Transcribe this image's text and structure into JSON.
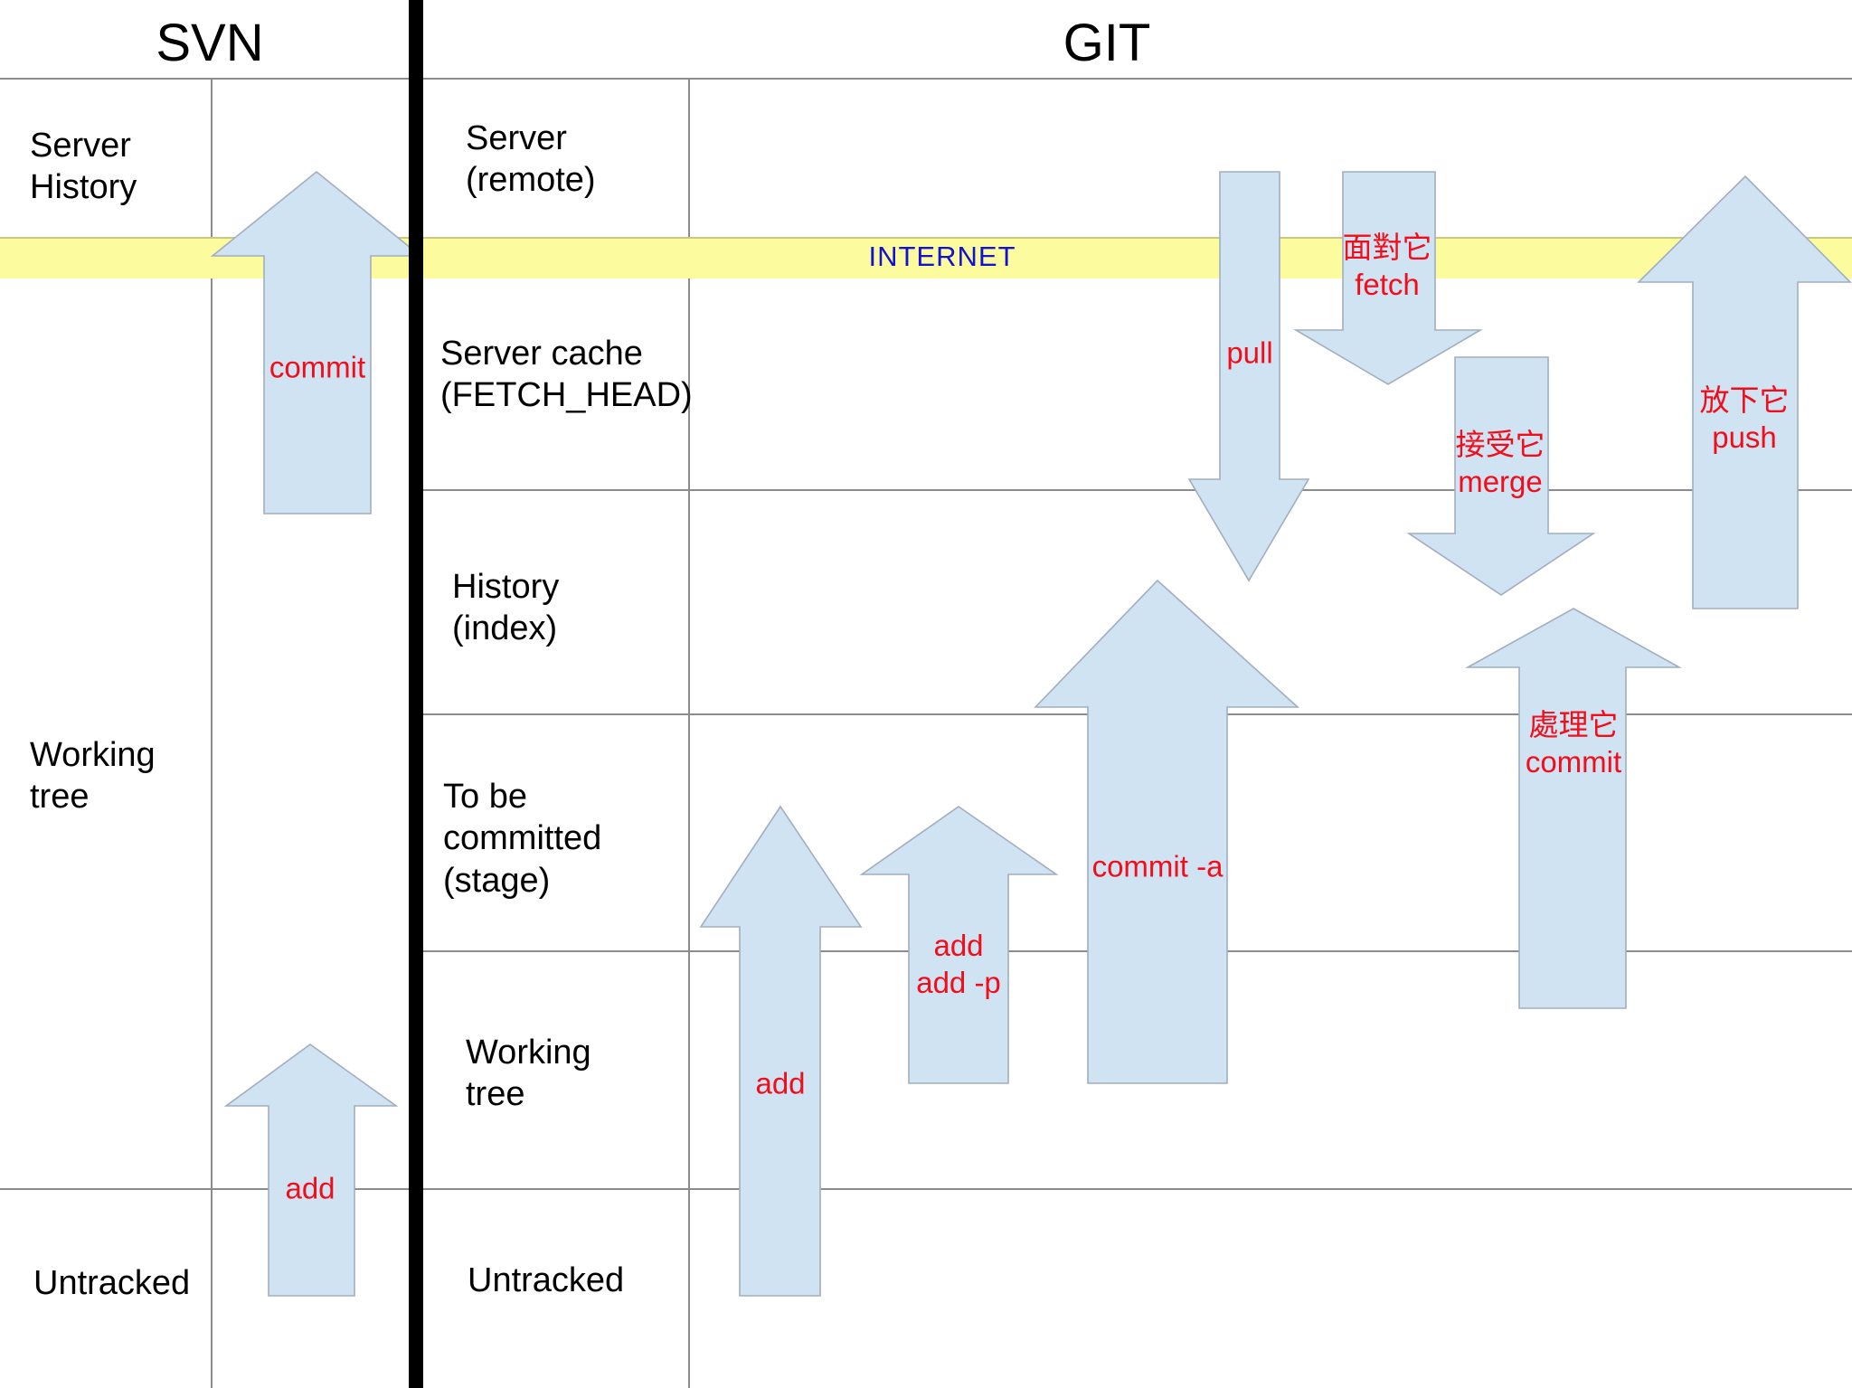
{
  "header": {
    "svn": "SVN",
    "git": "GIT"
  },
  "internet": {
    "label": "INTERNET"
  },
  "svn_rows": {
    "server_history": "Server\nHistory",
    "working_tree": "Working\ntree",
    "untracked": "Untracked"
  },
  "git_rows": {
    "server_remote": "Server\n(remote)",
    "server_cache": "Server cache\n(FETCH_HEAD)",
    "history_index": "History\n(index)",
    "stage": "To be\ncommitted\n(stage)",
    "working_tree": "Working\ntree",
    "untracked": "Untracked"
  },
  "commands": {
    "svn_commit": "commit",
    "svn_add": "add",
    "git_add": "add",
    "git_add_p": "add\nadd -p",
    "git_commit_a": "commit -a",
    "pull": "pull",
    "fetch": "面對它\nfetch",
    "merge": "接受它\nmerge",
    "local_commit": "處理它\ncommit",
    "push": "放下它\npush"
  },
  "colors": {
    "arrow_fill": "#CFE3F3",
    "arrow_stroke": "#A2AEBE",
    "band_yellow": "#FCFC9E",
    "band_edge": "#C9C985",
    "internet_blue": "#1212D0",
    "label_red": "#F20D1A",
    "line_gray": "#8C8C8C",
    "bar_black": "#000000"
  }
}
